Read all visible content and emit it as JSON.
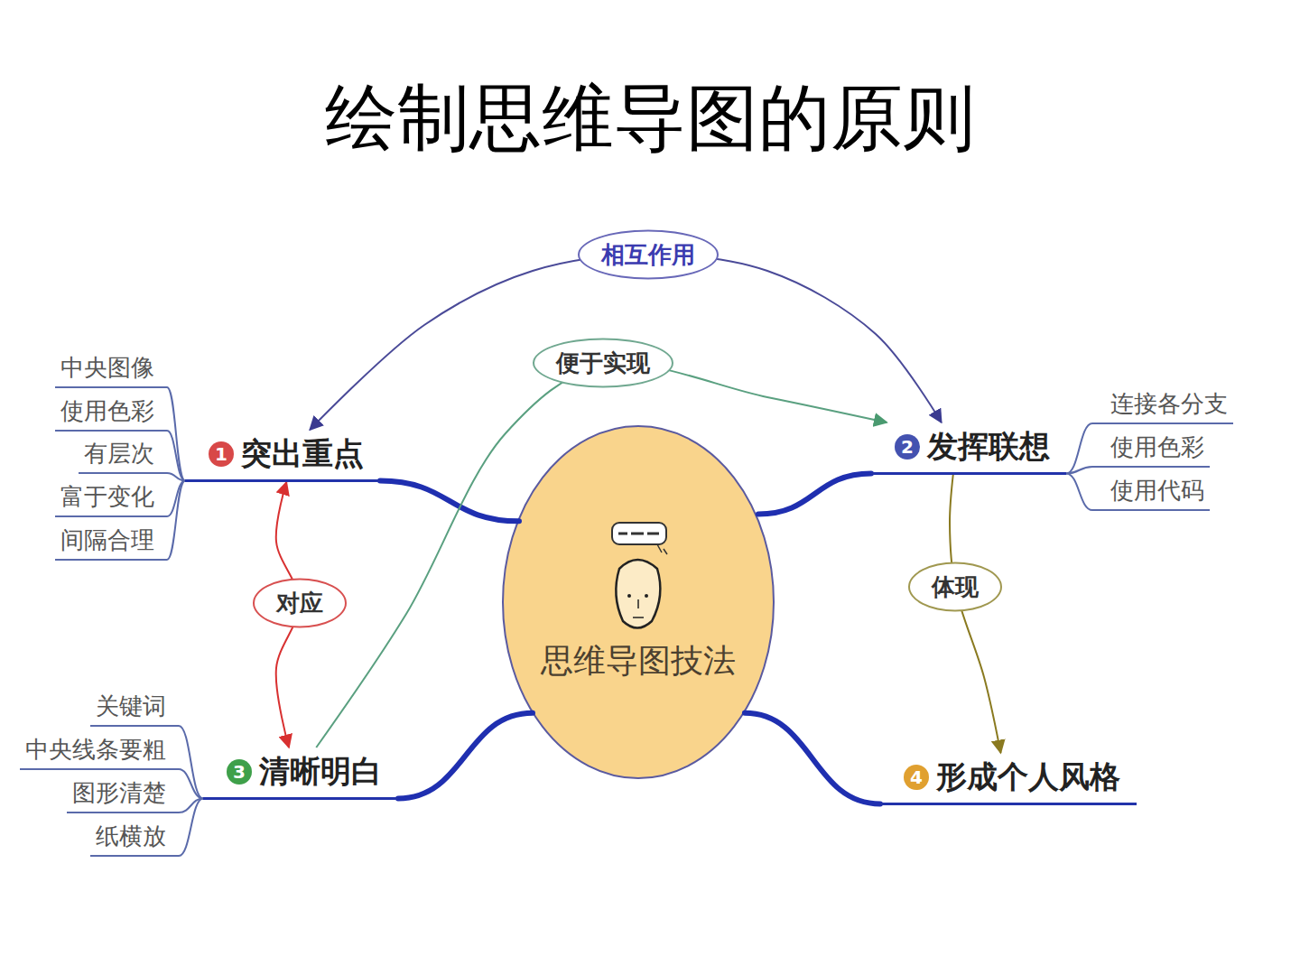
{
  "diagram": {
    "title": "绘制思维导图的原则",
    "nodes": [
      {
        "text": [
          "思维导图技法"
        ]
      },
      {
        "text": [
          "1",
          "突出重点"
        ]
      },
      {
        "text": [
          "中央图像"
        ]
      },
      {
        "text": [
          "使用色彩"
        ]
      },
      {
        "text": [
          "有层次"
        ]
      },
      {
        "text": [
          "富于变化"
        ]
      },
      {
        "text": [
          "间隔合理"
        ]
      },
      {
        "text": [
          "2",
          "发挥联想"
        ]
      },
      {
        "text": [
          "连接各分支"
        ]
      },
      {
        "text": [
          "使用色彩"
        ]
      },
      {
        "text": [
          "使用代码"
        ]
      },
      {
        "text": [
          "3",
          "清晰明白"
        ]
      },
      {
        "text": [
          "关键词"
        ]
      },
      {
        "text": [
          "中央线条要粗"
        ]
      },
      {
        "text": [
          "图形清楚"
        ]
      },
      {
        "text": [
          "纸横放"
        ]
      },
      {
        "text": [
          "4",
          "形成个人风格"
        ]
      }
    ],
    "edges": [
      {
        "from": 0,
        "to": 1,
        "arrow": "none"
      },
      {
        "from": 0,
        "to": 7,
        "arrow": "none"
      },
      {
        "from": 0,
        "to": 11,
        "arrow": "none"
      },
      {
        "from": 0,
        "to": 16,
        "arrow": "none"
      },
      {
        "from": 1,
        "to": 2,
        "arrow": "none"
      },
      {
        "from": 1,
        "to": 3,
        "arrow": "none"
      },
      {
        "from": 1,
        "to": 4,
        "arrow": "none"
      },
      {
        "from": 1,
        "to": 5,
        "arrow": "none"
      },
      {
        "from": 1,
        "to": 6,
        "arrow": "none"
      },
      {
        "from": 7,
        "to": 8,
        "arrow": "none"
      },
      {
        "from": 7,
        "to": 9,
        "arrow": "none"
      },
      {
        "from": 7,
        "to": 10,
        "arrow": "none"
      },
      {
        "from": 11,
        "to": 12,
        "arrow": "none"
      },
      {
        "from": 11,
        "to": 13,
        "arrow": "none"
      },
      {
        "from": 11,
        "to": 14,
        "arrow": "none"
      },
      {
        "from": 11,
        "to": 15,
        "arrow": "none"
      },
      {
        "from": 1,
        "to": 7,
        "label": "相互作用",
        "arrow": "both"
      },
      {
        "from": 11,
        "to": 7,
        "label": "便于实现",
        "arrow": "to"
      },
      {
        "from": 1,
        "to": 11,
        "label": "对应",
        "arrow": "both"
      },
      {
        "from": 7,
        "to": 16,
        "label": "体现",
        "arrow": "to"
      }
    ]
  }
}
